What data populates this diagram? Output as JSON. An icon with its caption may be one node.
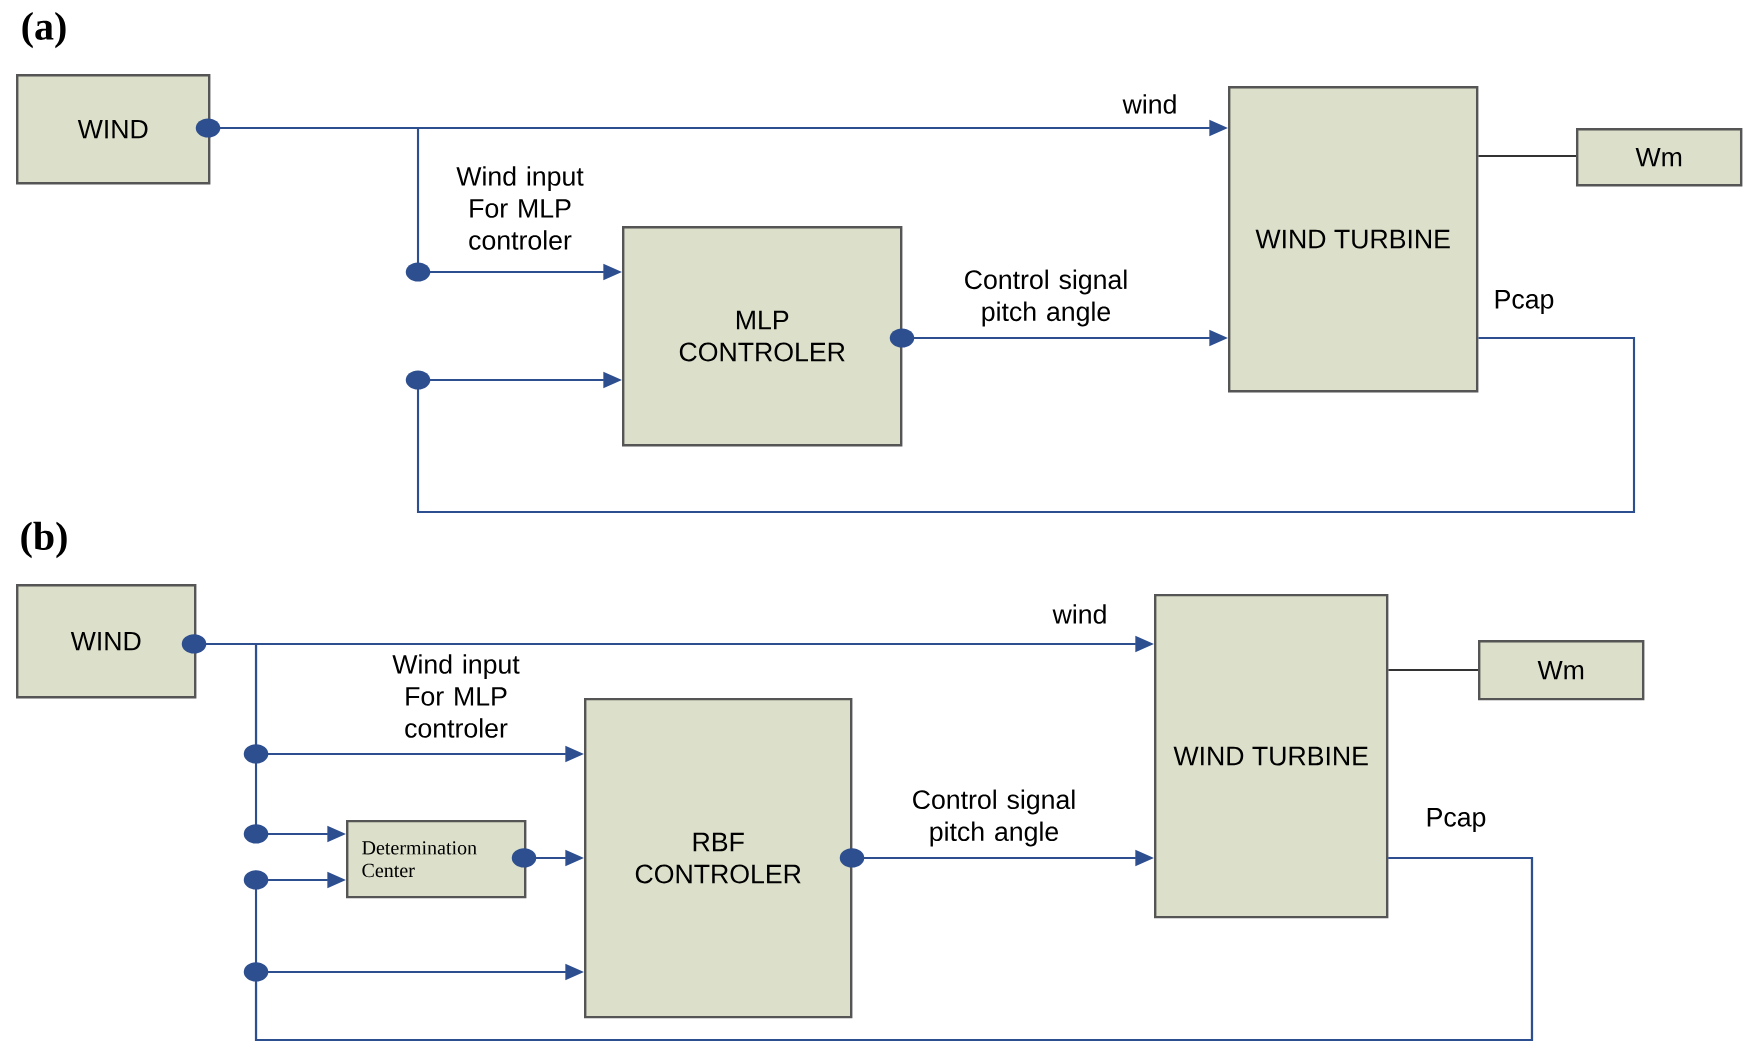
{
  "diagram": {
    "nodes": [
      {
        "text": [
          "WIND"
        ]
      },
      {
        "text": [
          "WIND TURBINE"
        ]
      },
      {
        "text": [
          "Wm"
        ]
      },
      {
        "text": [
          "MLP CONTROLER"
        ]
      },
      {
        "text": [
          "WIND"
        ]
      },
      {
        "text": [
          "WIND TURBINE"
        ]
      },
      {
        "text": [
          "Wm"
        ]
      },
      {
        "text": [
          "RBF CONTROLER"
        ]
      },
      {
        "text": [
          "Determination Center"
        ]
      }
    ],
    "edges": [
      {
        "from": 0,
        "to": 1,
        "arrow": "to",
        "label": "wind"
      },
      {
        "from": 0,
        "to": 3,
        "arrow": "to",
        "label": "Wind input For MLP controler"
      },
      {
        "from": 3,
        "to": 1,
        "arrow": "to",
        "label": "Control signal pitch angle"
      },
      {
        "from": 1,
        "to": 2,
        "arrow": "none",
        "color": "#333333"
      },
      {
        "from": 1,
        "to": 3,
        "arrow": "to",
        "label": "Pcap"
      },
      {
        "from": 4,
        "to": 5,
        "arrow": "to",
        "label": "wind"
      },
      {
        "from": 4,
        "to": 7,
        "arrow": "to",
        "label": "Wind input For MLP controler"
      },
      {
        "from": 4,
        "to": 8,
        "arrow": "to"
      },
      {
        "from": 5,
        "to": 8,
        "arrow": "to"
      },
      {
        "from": 5,
        "to": 7,
        "arrow": "to",
        "label": "Pcap"
      },
      {
        "from": 8,
        "to": 7,
        "arrow": "to"
      },
      {
        "from": 7,
        "to": 5,
        "arrow": "to",
        "label": "Control signal pitch angle"
      },
      {
        "from": 5,
        "to": 6,
        "arrow": "none",
        "color": "#333333"
      }
    ],
    "labels": [
      "(a)",
      "(b)"
    ]
  }
}
